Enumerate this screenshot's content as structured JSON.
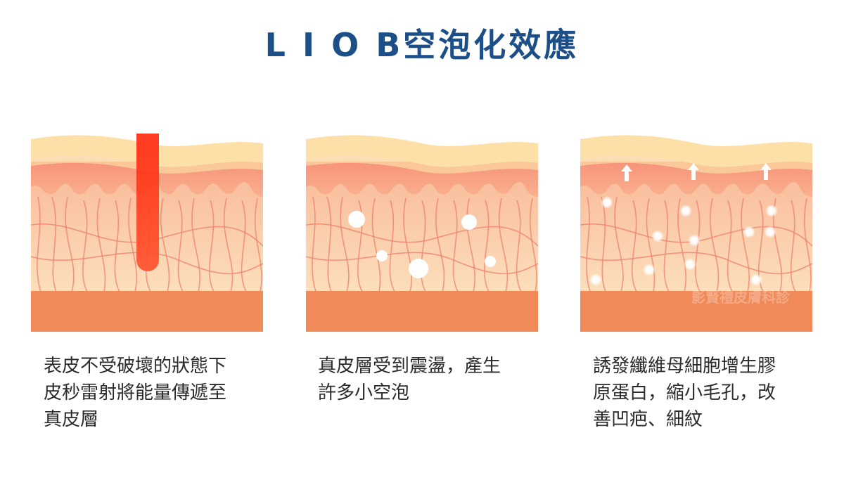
{
  "title": "L I O B空泡化效應",
  "panels": [
    {
      "caption": "表皮不受破壞的狀態下\n皮秒雷射將能量傳遞至\n真皮層"
    },
    {
      "caption": "真皮層受到震盪，產生\n許多小空泡"
    },
    {
      "caption": "誘發纖維母細胞增生膠\n原蛋白，縮小毛孔，改\n善凹疤、細紋"
    }
  ],
  "watermark": "影賢禮皮膚科診",
  "colors": {
    "title": "#1c4f87",
    "epidermis_top": "#fde0a8",
    "epidermis": "#f7a184",
    "dermis": "#fbd2a8",
    "base": "#f08a58",
    "fiber": "#f07c6a",
    "laser": "#ff3a1e"
  }
}
